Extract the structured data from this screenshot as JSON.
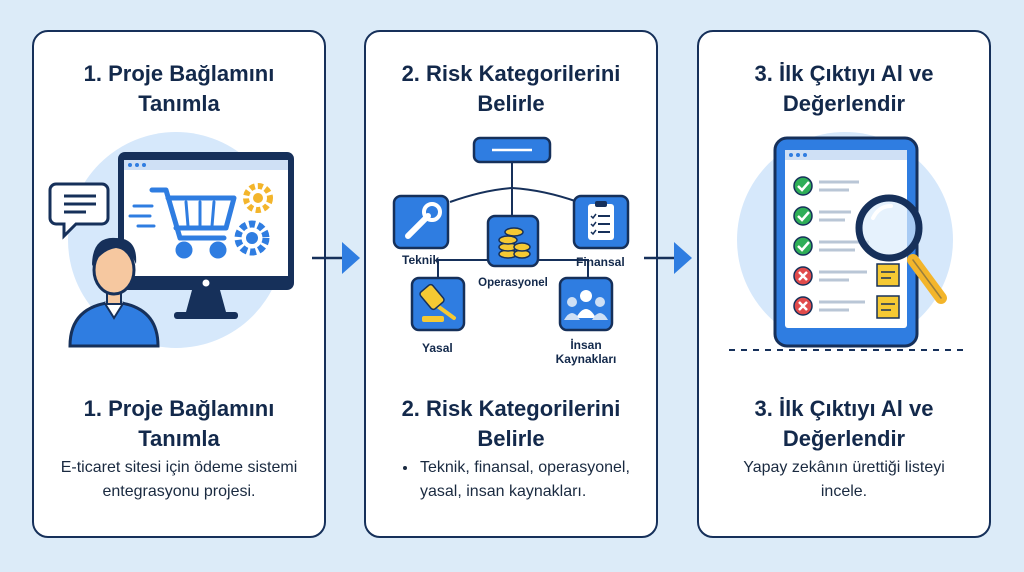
{
  "steps": [
    {
      "title_line1": "1. Proje Bağlamını",
      "title_line2": "Tanımla",
      "description": "E-ticaret sitesi için ödeme sistemi entegrasyonu projesi."
    },
    {
      "title_line1": "2. Risk Kategorilerini",
      "title_line2": "Belirle",
      "bullet": "Teknik, finansal, operasyonel, yasal, insan kaynakları.",
      "categories": {
        "teknik": "Teknik",
        "finansal": "Finansal",
        "operasyonel": "Operasyonel",
        "yasal": "Yasal",
        "insan_line1": "İnsan",
        "insan_line2": "Kaynakları"
      }
    },
    {
      "title_line1": "3. İlk Çıktıyı Al ve",
      "title_line2": "Değerlendir",
      "description": "Yapay zekânın ürettiği listeyi incele."
    }
  ],
  "icons": [
    "chat-bubble-icon",
    "person-avatar-icon",
    "monitor-icon",
    "shopping-cart-icon",
    "gear-icon",
    "wrench-icon",
    "clipboard-icon",
    "coins-icon",
    "gavel-icon",
    "people-icon",
    "tablet-icon",
    "check-icon",
    "cross-icon",
    "sticky-note-icon",
    "magnifier-icon",
    "arrow-right-icon"
  ],
  "colors": {
    "accent_blue": "#2f7de1",
    "dark_navy": "#16305a",
    "check_green": "#2fae57",
    "cross_red": "#e14b4b",
    "note_yellow": "#f5c933",
    "background": "#dcebf8"
  }
}
